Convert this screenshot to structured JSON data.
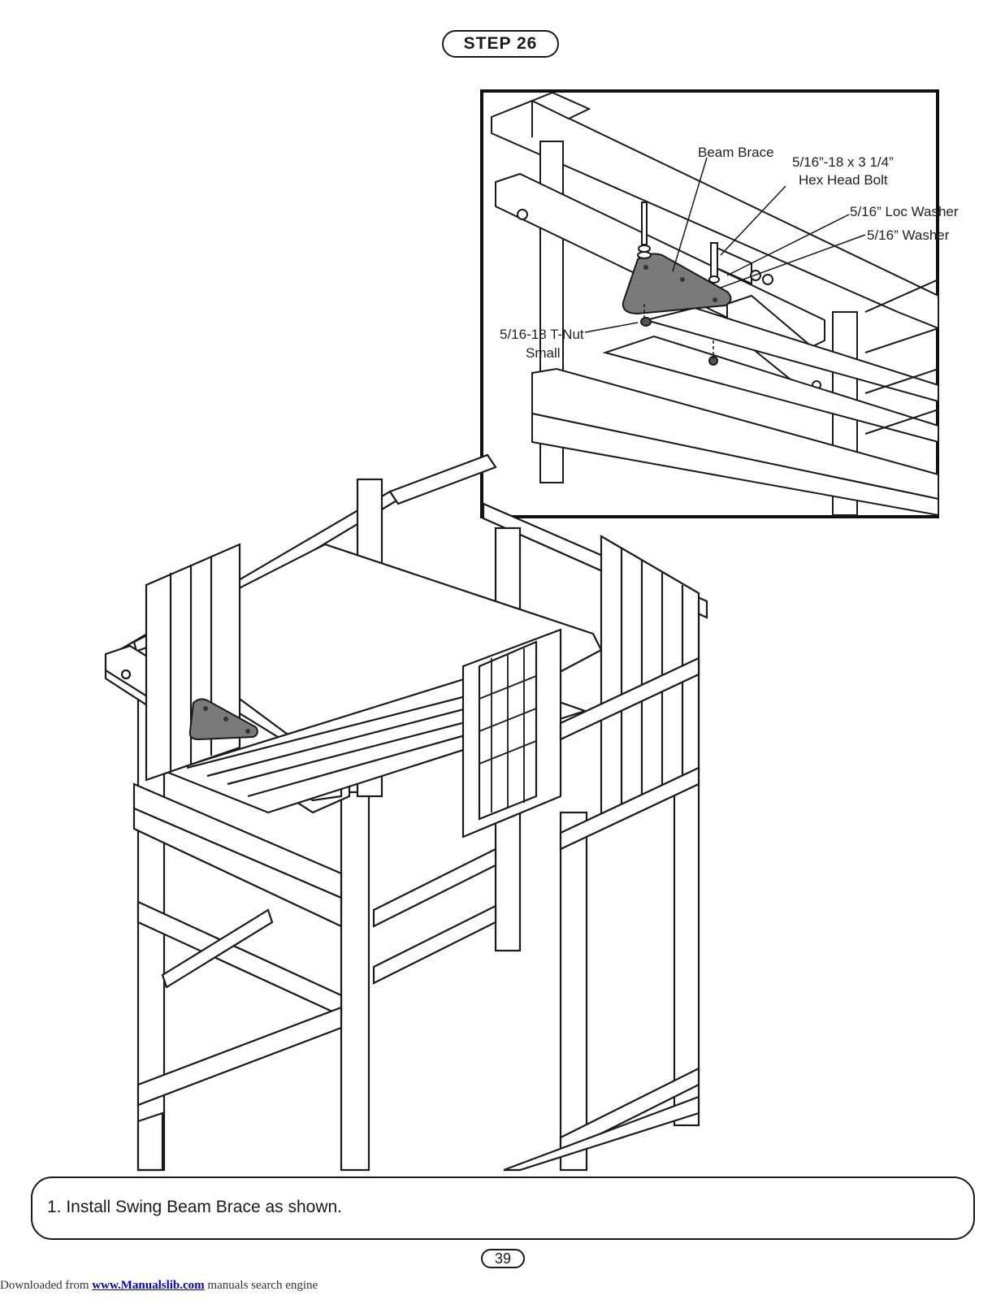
{
  "header": {
    "step_label": "STEP 26"
  },
  "inset": {
    "labels": {
      "beam_brace": "Beam Brace",
      "bolt_line1": "5/16”-18 x 3 1/4”",
      "bolt_line2": "Hex Head Bolt",
      "loc_washer": "5/16” Loc Washer",
      "washer": "5/16” Washer",
      "tnut_line1": "5/16-18 T-Nut",
      "tnut_line2": "Small"
    }
  },
  "instructions": {
    "step1": "1. Install Swing Beam Brace as shown."
  },
  "page": {
    "number": "39"
  },
  "footer": {
    "prefix": "Downloaded from ",
    "link_text": "www.Manualslib.com",
    "suffix": " manuals search engine"
  },
  "colors": {
    "brace_fill": "#7a7a7a",
    "line": "#1a1a1a"
  }
}
